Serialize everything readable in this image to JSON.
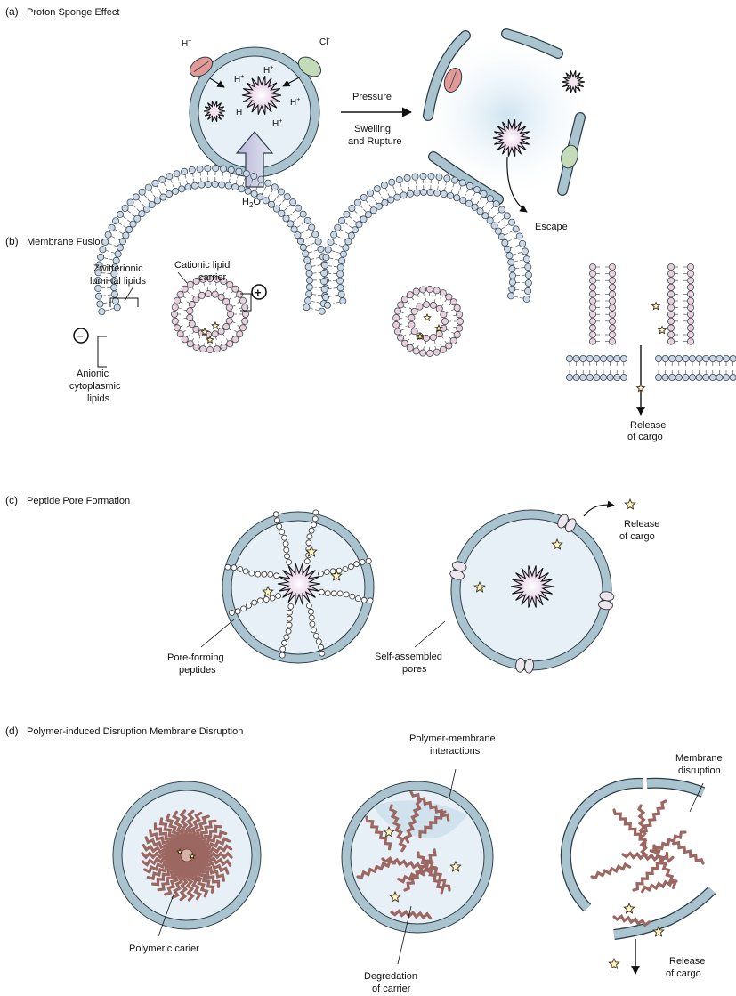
{
  "panel_a": {
    "header_letter": "(a)",
    "header_title": "Proton Sponge Effect",
    "ion_h": "H",
    "ion_plus": "+",
    "ion_cl": "Cl",
    "ion_minus": "-",
    "water_h": "H",
    "water_sub": "2",
    "water_o": "O",
    "arrow_top": "Pressure",
    "arrow_bottom_1": "Swelling",
    "arrow_bottom_2": "and Rupture",
    "escape": "Escape"
  },
  "panel_b": {
    "header_letter": "(b)",
    "header_title": "Membrane Fusion",
    "zwitterionic_1": "Zwitterionic",
    "zwitterionic_2": "luminal lipids",
    "cationic_1": "Cationic lipid",
    "cationic_2": "carrier",
    "anionic_1": "Anionic",
    "anionic_2": "cytoplasmic",
    "anionic_3": "lipids",
    "minus_sign": "−",
    "plus_sign": "+",
    "release_1": "Release",
    "release_2": "of cargo"
  },
  "panel_c": {
    "header_letter": "(c)",
    "header_title": "Peptide Pore Formation",
    "pore_forming_1": "Pore-forming",
    "pore_forming_2": "peptides",
    "self_assembled_1": "Self-assembled",
    "self_assembled_2": "pores",
    "release_1": "Release",
    "release_2": "of cargo"
  },
  "panel_d": {
    "header_letter": "(d)",
    "header_title": "Polymer-induced Disruption Membrane Disruption",
    "polymer_membrane_1": "Polymer-membrane",
    "polymer_membrane_2": "interactions",
    "membrane_disruption_1": "Membrane",
    "membrane_disruption_2": "disruption",
    "polymeric_carrier": "Polymeric carier",
    "degradation_1": "Degredation",
    "degradation_2": "of carrier",
    "release_1": "Release",
    "release_2": "of cargo"
  },
  "colors": {
    "membrane_fill": "#a9c3cf",
    "membrane_stroke": "#2b3d48",
    "lumen": "#e6f0f6",
    "cargo_core": "#e3c8e3",
    "pump_red": "#e39a96",
    "pump_green": "#c3dcb7",
    "lipid_head_blue": "#c9d7e6",
    "lipid_head_pink": "#ecd0d9",
    "polymer": "#9c6661",
    "star_fill": "#fff6c6"
  }
}
